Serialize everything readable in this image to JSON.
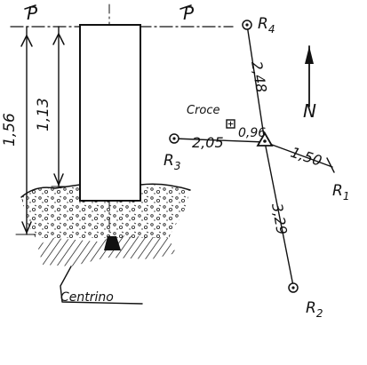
{
  "plane_left_label": "P",
  "plane_right_label": "P",
  "dimension_outer": "1,56",
  "dimension_inner": "1,13",
  "pillar_marker_label": "Croce",
  "benchmark_label": "Centrino",
  "references": [
    {
      "name": "R4",
      "base": "R",
      "sub": "4",
      "distance": "2,48"
    },
    {
      "name": "R1",
      "base": "R",
      "sub": "1",
      "distance": "1,50"
    },
    {
      "name": "R3",
      "base": "R",
      "sub": "3",
      "distance": "2,05"
    },
    {
      "name": "R2",
      "base": "R",
      "sub": "2",
      "distance": "3,29"
    }
  ],
  "cross_offset": "0,96",
  "north_label": "N"
}
